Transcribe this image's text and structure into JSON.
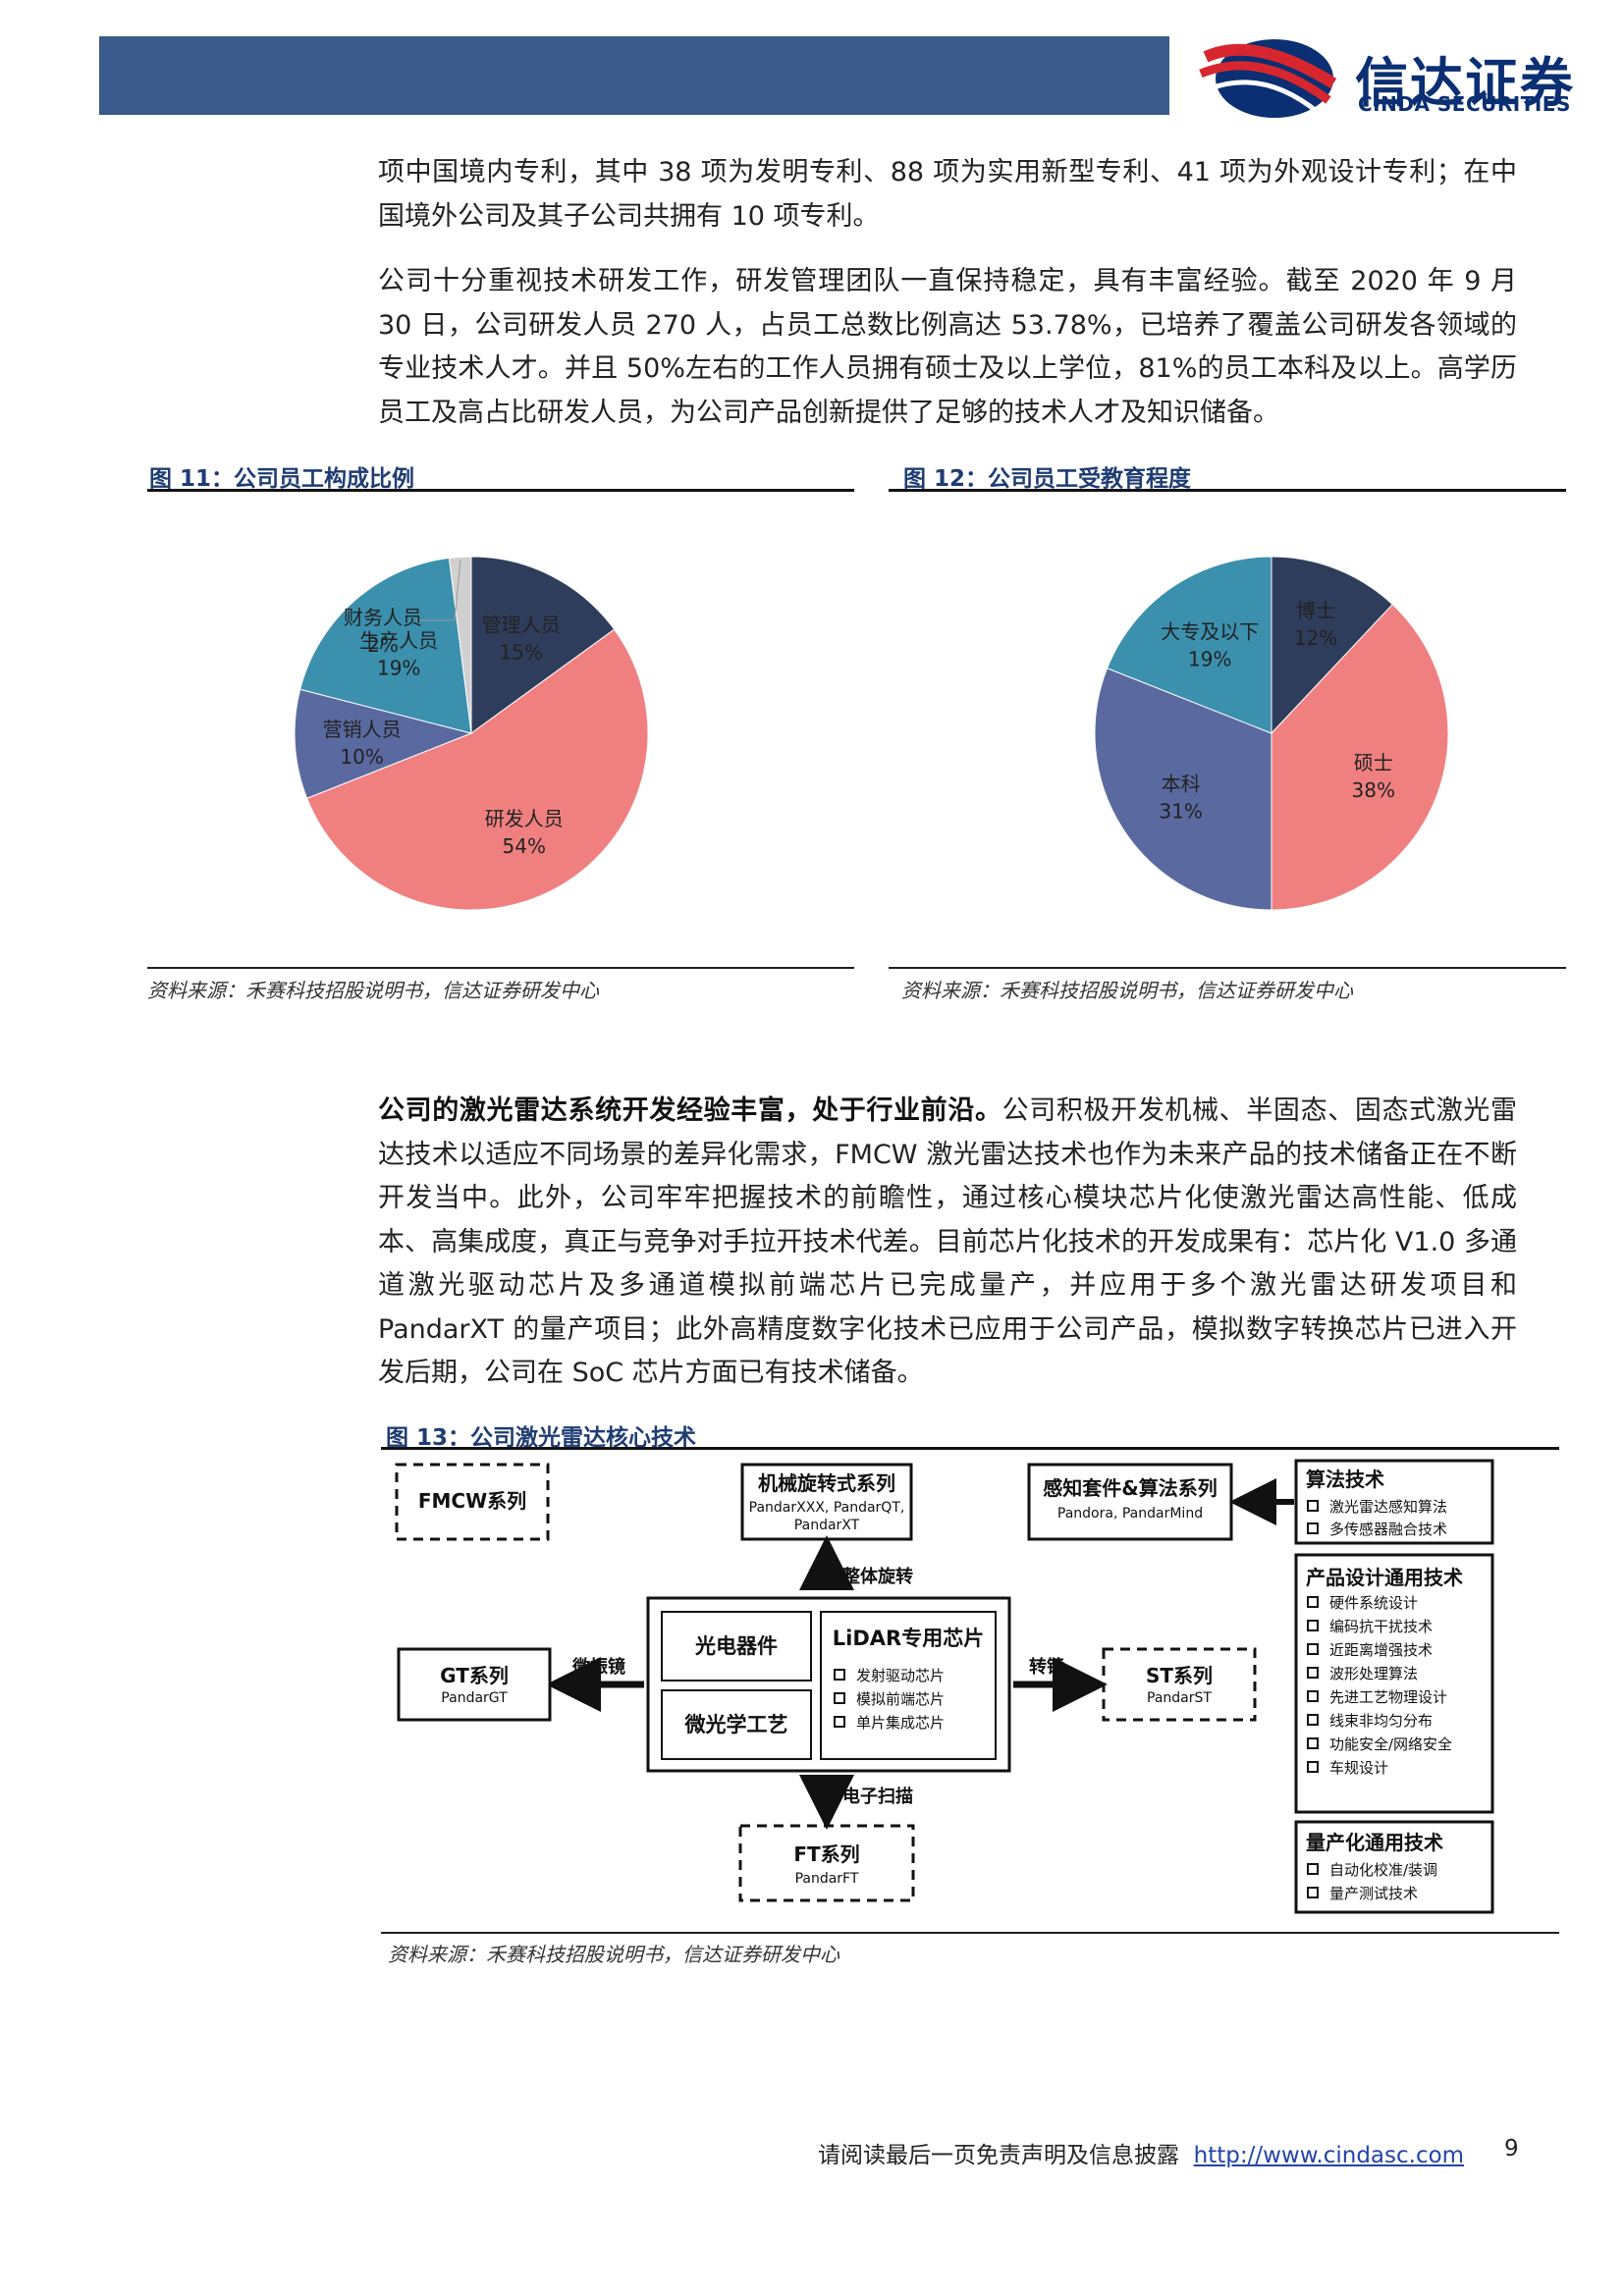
{
  "header": {
    "logo_cn": "信达证券",
    "logo_en": "CINDA SECURITIES"
  },
  "paragraphs": {
    "p1": "项中国境内专利，其中 38 项为发明专利、88 项为实用新型专利、41 项为外观设计专利；在中国境外公司及其子公司共拥有 10 项专利。",
    "p2": "公司十分重视技术研发工作，研发管理团队一直保持稳定，具有丰富经验。截至 2020 年 9 月 30 日，公司研发人员 270 人，占员工总数比例高达 53.78%，已培养了覆盖公司研发各领域的专业技术人才。并且 50%左右的工作人员拥有硕士及以上学位，81%的员工本科及以上。高学历员工及高占比研发人员，为公司产品创新提供了足够的技术人才及知识储备。",
    "p3_bold": "公司的激光雷达系统开发经验丰富，处于行业前沿。",
    "p3_rest": "公司积极开发机械、半固态、固态式激光雷达技术以适应不同场景的差异化需求，FMCW 激光雷达技术也作为未来产品的技术储备正在不断开发当中。此外，公司牢牢把握技术的前瞻性，通过核心模块芯片化使激光雷达高性能、低成本、高集成度，真正与竞争对手拉开技术代差。目前芯片化技术的开发成果有：芯片化 V1.0 多通道激光驱动芯片及多通道模拟前端芯片已完成量产，并应用于多个激光雷达研发项目和 PandarXT 的量产项目；此外高精度数字化技术已应用于公司产品，模拟数字转换芯片已进入开发后期，公司在 SoC 芯片方面已有技术储备。"
  },
  "figures": {
    "fig11_title": "图 11：公司员工构成比例",
    "fig12_title": "图 12：公司员工受教育程度",
    "fig13_title": "图 13：公司激光雷达核心技术",
    "source": "资料来源：禾赛科技招股说明书，信达证券研发中心"
  },
  "chart_data": [
    {
      "type": "pie",
      "title": "图 11：公司员工构成比例",
      "slices": [
        {
          "label": "管理人员",
          "value": 15,
          "value_label": "15%",
          "color": "#2f3d5c"
        },
        {
          "label": "研发人员",
          "value": 54,
          "value_label": "54%",
          "color": "#f08080"
        },
        {
          "label": "营销人员",
          "value": 10,
          "value_label": "10%",
          "color": "#5a6aa0"
        },
        {
          "label": "生产人员",
          "value": 19,
          "value_label": "19%",
          "color": "#3b90ad"
        },
        {
          "label": "财务人员",
          "value": 2,
          "value_label": "2%",
          "color": "#d0d0d0"
        }
      ]
    },
    {
      "type": "pie",
      "title": "图 12：公司员工受教育程度",
      "slices": [
        {
          "label": "博士",
          "value": 12,
          "value_label": "12%",
          "color": "#2f3d5c"
        },
        {
          "label": "硕士",
          "value": 38,
          "value_label": "38%",
          "color": "#f08080"
        },
        {
          "label": "本科",
          "value": 31,
          "value_label": "31%",
          "color": "#5a6aa0"
        },
        {
          "label": "大专及以下",
          "value": 19,
          "value_label": "19%",
          "color": "#3b90ad"
        }
      ]
    }
  ],
  "diagram": {
    "fmcw": "FMCW系列",
    "mech_title": "机械旋转式系列",
    "mech_sub1": "PandarXXX, PandarQT,",
    "mech_sub2": "PandarXT",
    "perception_title": "感知套件&算法系列",
    "perception_sub": "Pandora, PandarMind",
    "rotate_label": "整体旋转",
    "gt_title": "GT系列",
    "gt_sub": "PandarGT",
    "mems_label": "微振镜",
    "opto": "光电器件",
    "micro_optics": "微光学工艺",
    "lidar_chip": "LiDAR专用芯片",
    "chip_items": [
      "发射驱动芯片",
      "模拟前端芯片",
      "单片集成芯片"
    ],
    "prism_label": "转镜",
    "st_title": "ST系列",
    "st_sub": "PandarST",
    "scan_label": "电子扫描",
    "ft_title": "FT系列",
    "ft_sub": "PandarFT",
    "algo_title": "算法技术",
    "algo_items": [
      "激光雷达感知算法",
      "多传感器融合技术"
    ],
    "design_title": "产品设计通用技术",
    "design_items": [
      "硬件系统设计",
      "编码抗干扰技术",
      "近距离增强技术",
      "波形处理算法",
      "先进工艺物理设计",
      "线束非均匀分布",
      "功能安全/网络安全",
      "车规设计"
    ],
    "mass_title": "量产化通用技术",
    "mass_items": [
      "自动化校准/装调",
      "量产测试技术"
    ]
  },
  "footer": {
    "text": "请阅读最后一页免责声明及信息披露",
    "link": "http://www.cindasc.com",
    "page": "9"
  }
}
